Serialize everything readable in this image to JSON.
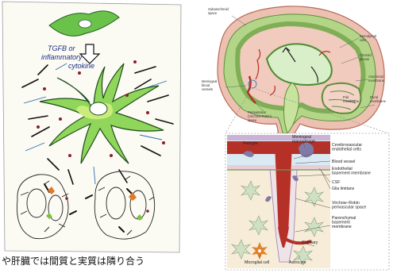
{
  "left": {
    "handwritten_note": [
      "TGFB or",
      "inflammatory",
      "cytokine"
    ],
    "caption": "や肝臓では間質と実質は隣り合う"
  },
  "brain_figure": {
    "labels": {
      "subarachnoid_space": [
        "Subarachnoid",
        "space"
      ],
      "ependymal_cells": [
        "Ependymal",
        "cells"
      ],
      "choroid_plexus": [
        "Choroid",
        "plexus"
      ],
      "arachnoid_membrane": [
        "Arachnoid",
        "membrane"
      ],
      "pial_membrane": [
        "Pial",
        "membrane"
      ],
      "dural_membrane": [
        "Dural",
        "membrane"
      ],
      "meningeal_blood_vessels": [
        "Meningeal",
        "blood",
        "vessels"
      ],
      "perivascular_space": [
        "Perivascular",
        "(Virchow-Robin)",
        "space"
      ]
    }
  },
  "vessel_figure": {
    "labels": {
      "pericyte": "Pericyte",
      "meningeal_macrophage": [
        "Meningeal",
        "macrophage"
      ],
      "cerebrovascular_endothelial_cells": [
        "Cerebrovascular",
        "endothelial cells"
      ],
      "blood_vessel": "Blood vessel",
      "endothelial_basement_membrane": [
        "Endothelial",
        "basement membrane"
      ],
      "csf": "CSF",
      "glia_limitans": "Glia limitans",
      "virchow_robin_space": [
        "Virchow–Robin",
        "perivascular space"
      ],
      "parenchymal_basement_membrane": [
        "Parenchymal",
        "basement",
        "membrane"
      ],
      "capillary": "Capillary",
      "microglial_cell": "Microglial cell",
      "astrocyte": "Astrocyte"
    }
  },
  "colors": {
    "cell_green": "#7cc242",
    "cell_light_green": "#c8e66a",
    "tissue_pink": "#efc3b3",
    "tissue_dark_pink": "#d98e82",
    "brain_green": "#a9cf7a",
    "vessel_red": "#b53027",
    "sky": "#cfe3ee",
    "purple": "#7f7ba6"
  }
}
